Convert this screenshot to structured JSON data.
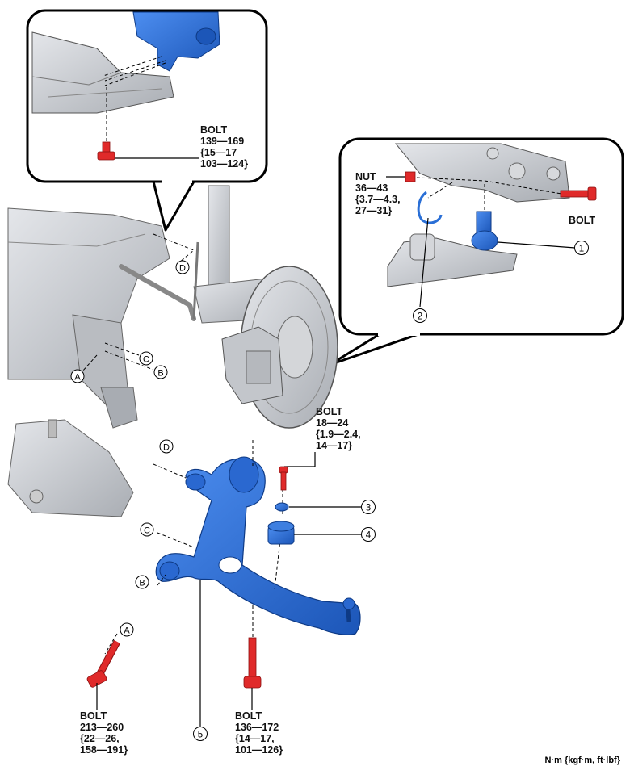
{
  "callouts": {
    "top_bolt": {
      "name": "BOLT",
      "lines": [
        "139—169",
        "{15—17",
        "103—124}"
      ]
    },
    "nut": {
      "name": "NUT",
      "lines": [
        "36—43",
        "{3.7—4.3,",
        "27—31}"
      ]
    },
    "ball_bolt": {
      "name": "BOLT",
      "lines": []
    },
    "caliper_bolt": {
      "name": "BOLT",
      "lines": [
        "18—24",
        "{1.9—2.4,",
        "14—17}"
      ]
    },
    "bushing_bolt_a": {
      "name": "BOLT",
      "lines": [
        "213—260",
        "{22—26,",
        "158—191}"
      ]
    },
    "rear_bolt": {
      "name": "BOLT",
      "lines": [
        "136—172",
        "{14—17,",
        "101—126}"
      ]
    }
  },
  "circle_letters": {
    "A": "A",
    "B": "B",
    "C": "C",
    "D": "D"
  },
  "part_numbers": {
    "p1": "1",
    "p2": "2",
    "p3": "3",
    "p4": "4",
    "p5": "5"
  },
  "units_note": "N·m {kgf·m, ft·lbf}",
  "colors": {
    "part_blue": "#2a6fd6",
    "bolt_red": "#e02a2a",
    "metal_gray": "#c9cbcf",
    "outline": "#000000"
  }
}
